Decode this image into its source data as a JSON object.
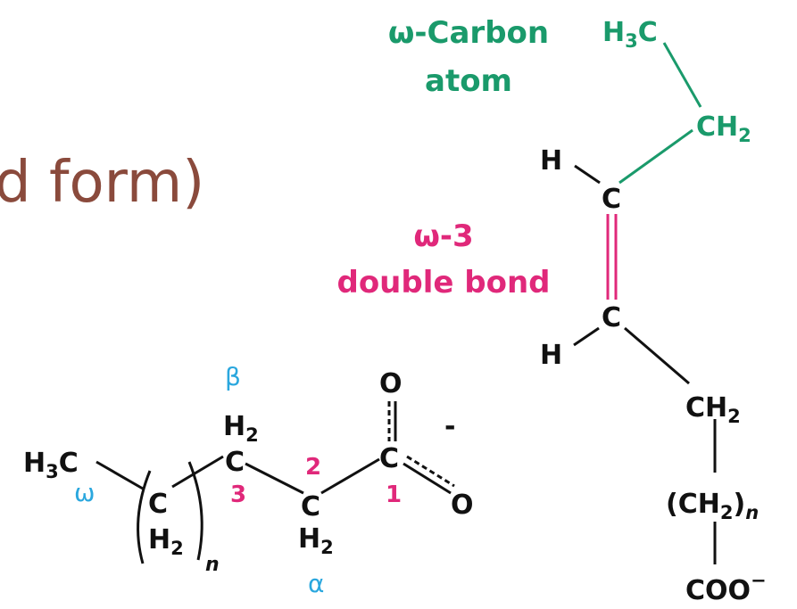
{
  "heading_fragment": "d form)",
  "palette": {
    "green": "#1a9a6b",
    "pink": "#e0287a",
    "blue": "#2aa7de",
    "black": "#111111",
    "brown": "#8a4a3c"
  },
  "omega3": {
    "omega_label_line1": "ω-Carbon",
    "omega_label_line2": "atom",
    "bond_label_line1": "ω-3",
    "bond_label_line2": "double bond",
    "methyl": {
      "main": "H",
      "sub": "3",
      "tail": "C"
    },
    "methylene": {
      "main": "CH",
      "sub": "2"
    },
    "h_top": "H",
    "c_top": "C",
    "c_bottom": "C",
    "h_bottom": "H",
    "ch2": {
      "main": "CH",
      "sub": "2"
    },
    "repeat": {
      "open": "(CH",
      "sub": "2",
      "close": ")",
      "n": "n"
    },
    "carboxylate": {
      "main": "COO",
      "sup": "−"
    }
  },
  "fatty_acid": {
    "methyl": {
      "main": "H",
      "sub": "3",
      "tail": "C"
    },
    "omega": "ω",
    "repeat_c": "C",
    "repeat_h2": {
      "main": "H",
      "sub": "2"
    },
    "repeat_n": "n",
    "beta": "β",
    "c3_h2": {
      "main": "H",
      "sub": "2"
    },
    "c3": "C",
    "num3": "3",
    "c2": "C",
    "num2": "2",
    "c2_h2": {
      "main": "H",
      "sub": "2"
    },
    "alpha": "α",
    "c1": "C",
    "num1": "1",
    "o_top": "O",
    "o_right": "O",
    "minus": "-"
  }
}
